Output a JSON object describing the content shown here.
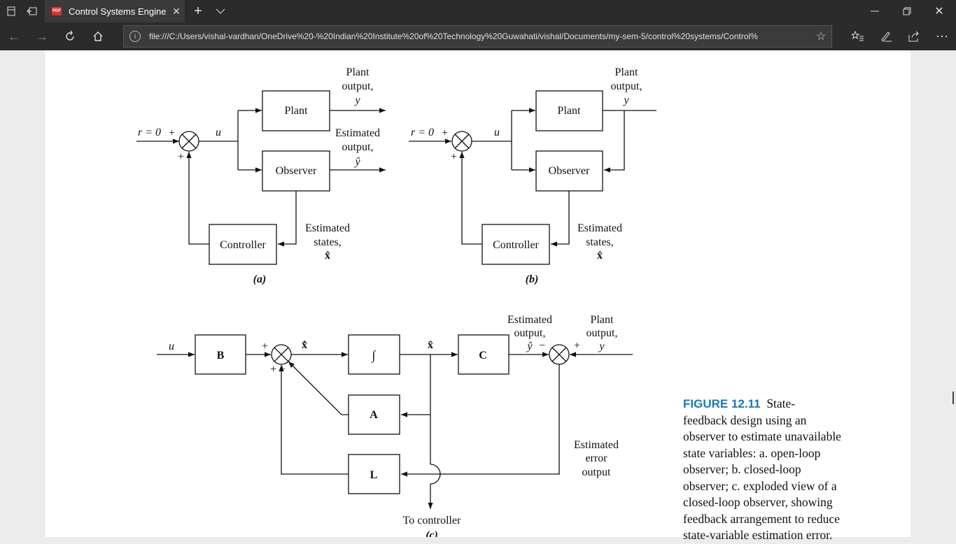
{
  "browser": {
    "tab_title": "Control Systems Engine",
    "pdf_badge": "PDF",
    "url": "file:///C:/Users/vishal-vardhan/OneDrive%20-%20Indian%20Institute%20of%20Technology%20Guwahati/vishal/Documents/my-sem-5/control%20systems/Control%",
    "icons": [
      "tab-manager-icon",
      "set-aside-tabs-icon",
      "new-tab-icon",
      "tab-list-chevron-icon",
      "minimize-icon",
      "restore-icon",
      "close-window-icon",
      "back-icon",
      "forward-icon",
      "refresh-icon",
      "home-icon",
      "info-icon",
      "favorite-star-icon",
      "favorites-list-icon",
      "pen-icon",
      "share-icon",
      "more-icon"
    ]
  },
  "figure": {
    "a": {
      "plant": "Plant",
      "observer": "Observer",
      "controller": "Controller",
      "r0": "r = 0",
      "u": "u",
      "plus1": "+",
      "plus2": "+",
      "plant_out": [
        "Plant",
        "output,",
        "y"
      ],
      "est_out": [
        "Estimated",
        "output,",
        "ŷ"
      ],
      "est_states": [
        "Estimated",
        "states,",
        "x̂"
      ],
      "caption": "(a)"
    },
    "b": {
      "plant": "Plant",
      "observer": "Observer",
      "controller": "Controller",
      "r0": "r = 0",
      "u": "u",
      "plus1": "+",
      "plus2": "+",
      "plant_out": [
        "Plant",
        "output,",
        "y"
      ],
      "est_states": [
        "Estimated",
        "states,",
        "x̂"
      ],
      "caption": "(b)"
    },
    "c": {
      "u": "u",
      "B": "B",
      "integ": "∫",
      "C": "C",
      "A": "A",
      "L": "L",
      "xhatdot": "x̂̇",
      "xhat": "x̂",
      "plus_top": "+",
      "plus_bottom": "+ +",
      "minus": "−",
      "plus_right": "+",
      "est_out": [
        "Estimated",
        "output,",
        "ŷ"
      ],
      "plant_out": [
        "Plant",
        "output,",
        "y"
      ],
      "est_err": [
        "Estimated",
        "error",
        "output"
      ],
      "to_controller": "To controller",
      "caption": "(c)"
    },
    "caption_label": "FIGURE 12.11",
    "caption_text": "State-feedback design using an observer to estimate unavailable state variables: a. open-loop observer; b. closed-loop observer; c. exploded view of a closed-loop observer, showing feedback arrangement to reduce state-variable estimation error.",
    "caption_lines": [
      "State-",
      "feedback design using an",
      "observer to estimate unavailable",
      "state variables: a. open-loop",
      "observer; b. closed-loop",
      "observer; c. exploded view of a",
      "closed-loop observer, showing",
      "feedback arrangement to reduce",
      "state-variable estimation error."
    ]
  }
}
